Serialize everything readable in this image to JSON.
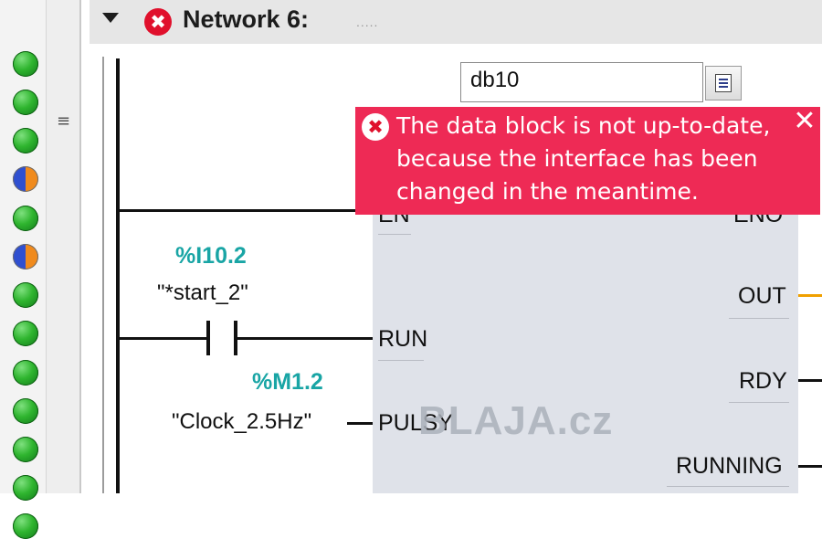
{
  "network": {
    "title": "Network 6:",
    "comment": "....."
  },
  "block": {
    "instance_db": "db10"
  },
  "error_tooltip": {
    "message": "The data block is not up-to-date, because the interface has been changed in the meantime."
  },
  "pins": {
    "en": "EN",
    "eno": "ENO",
    "run": "RUN",
    "pulsy": "PULSY",
    "out": "OUT",
    "rdy": "RDY",
    "running": "RUNNING"
  },
  "contacts": [
    {
      "address": "%I10.2",
      "symbol": "\"*start_2\""
    },
    {
      "address": "%M1.2",
      "symbol": "\"Clock_2.5Hz\""
    }
  ],
  "watermark": "BLAJA.cz",
  "status_column": [
    "ok",
    "ok",
    "ok",
    "mixed",
    "ok",
    "mixed",
    "ok",
    "ok",
    "ok",
    "ok",
    "ok",
    "ok",
    "ok"
  ],
  "icons": {
    "collapse": "triangle-down-icon",
    "error": "error-circle-icon",
    "close": "close-icon",
    "picker": "list-picker-icon",
    "gutter": "hamburger-icon"
  },
  "colors": {
    "error_red": "#e0102c",
    "tooltip_bg": "#ee2a55",
    "address_teal": "#19a5a5",
    "fb_box": "#dfe2e9",
    "status_green": "#2fb52f",
    "wire_orange": "#f0a000"
  }
}
